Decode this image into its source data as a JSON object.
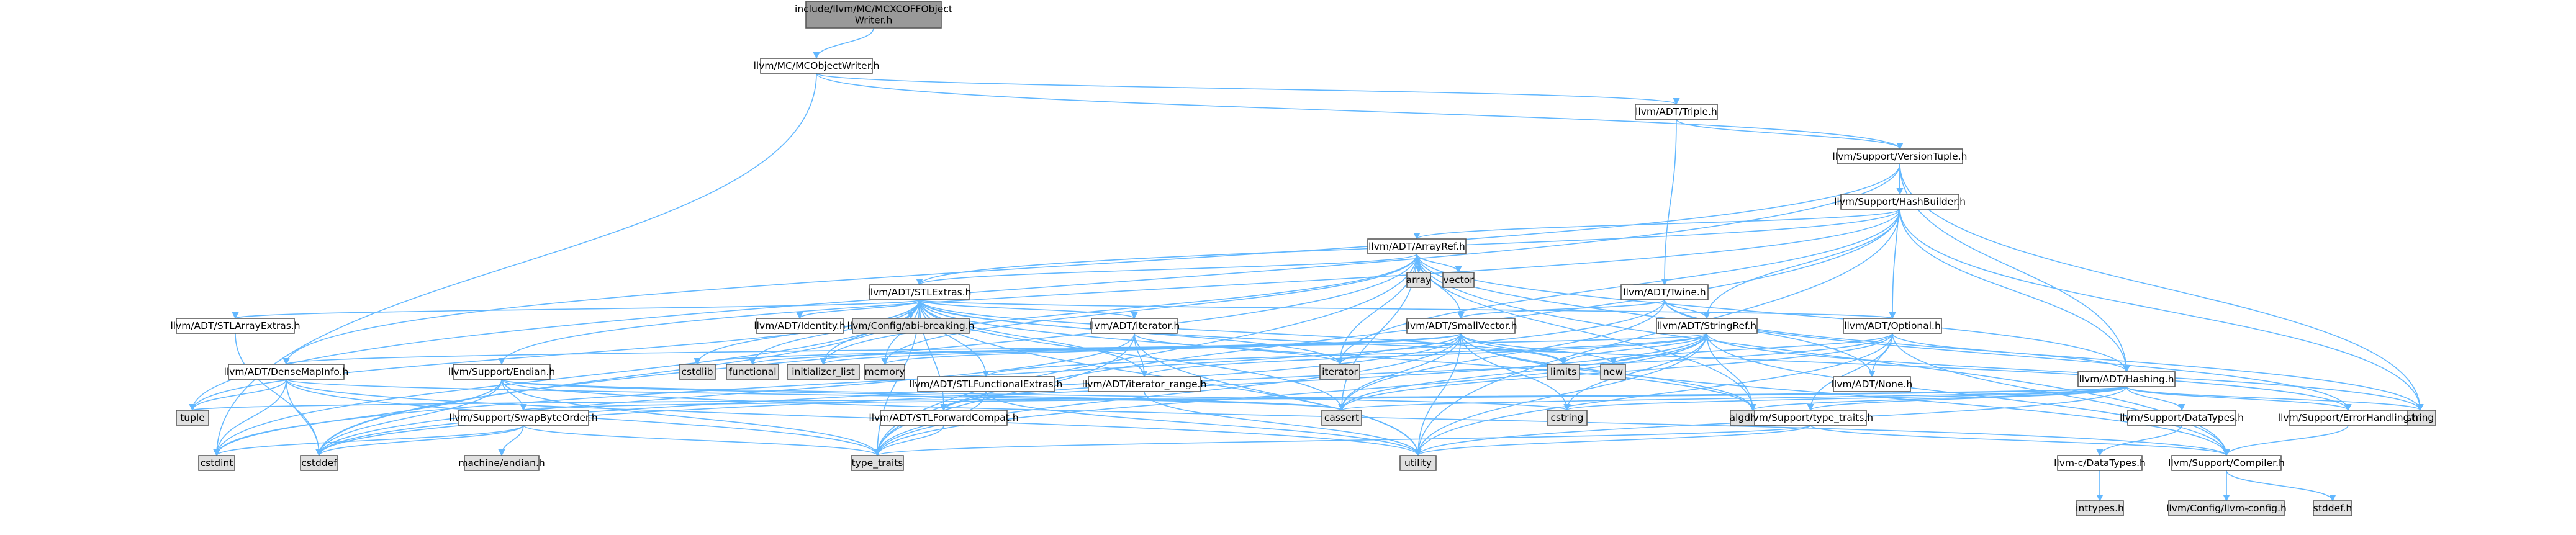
{
  "diagram": {
    "title": "",
    "style": {
      "node_white": "#ffffff",
      "node_gray": "#e0e0e0",
      "node_root": "#999999",
      "node_highlight": "#ffffff",
      "highlight_border": "#ff0000",
      "edge_color": "#63b8ff",
      "border_color": "#5a5a5a"
    },
    "nodes": [
      {
        "id": "root",
        "lines": [
          "include/llvm/MC/MCXCOFFObject",
          "Writer.h"
        ],
        "kind": "root"
      },
      {
        "id": "mcow",
        "lines": [
          "llvm/MC/MCObjectWriter.h"
        ],
        "kind": "file"
      },
      {
        "id": "triple",
        "lines": [
          "llvm/ADT/Triple.h"
        ],
        "kind": "file"
      },
      {
        "id": "vtuple",
        "lines": [
          "llvm/Support/VersionTuple.h"
        ],
        "kind": "file"
      },
      {
        "id": "hashb",
        "lines": [
          "llvm/Support/HashBuilder.h"
        ],
        "kind": "file"
      },
      {
        "id": "arrayref",
        "lines": [
          "llvm/ADT/ArrayRef.h"
        ],
        "kind": "file"
      },
      {
        "id": "array",
        "lines": [
          "array"
        ],
        "kind": "system"
      },
      {
        "id": "vector",
        "lines": [
          "vector"
        ],
        "kind": "system"
      },
      {
        "id": "stlextras",
        "lines": [
          "llvm/ADT/STLExtras.h"
        ],
        "kind": "file"
      },
      {
        "id": "twine",
        "lines": [
          "llvm/ADT/Twine.h"
        ],
        "kind": "file"
      },
      {
        "id": "stlany",
        "lines": [
          "llvm/ADT/STLArrayExtras.h"
        ],
        "kind": "file"
      },
      {
        "id": "identity",
        "lines": [
          "llvm/ADT/Identity.h"
        ],
        "kind": "file"
      },
      {
        "id": "confbreak",
        "lines": [
          "llvm/Config/abi-breaking.h"
        ],
        "kind": "system"
      },
      {
        "id": "iteratorh",
        "lines": [
          "llvm/ADT/iterator.h"
        ],
        "kind": "file"
      },
      {
        "id": "smallvec",
        "lines": [
          "llvm/ADT/SmallVector.h"
        ],
        "kind": "file"
      },
      {
        "id": "stringref",
        "lines": [
          "llvm/ADT/StringRef.h"
        ],
        "kind": "file"
      },
      {
        "id": "optional",
        "lines": [
          "llvm/ADT/Optional.h"
        ],
        "kind": "file"
      },
      {
        "id": "densemap",
        "lines": [
          "llvm/ADT/DenseMapInfo.h"
        ],
        "kind": "file"
      },
      {
        "id": "endian",
        "lines": [
          "llvm/Support/Endian.h"
        ],
        "kind": "file"
      },
      {
        "id": "cstdlib",
        "lines": [
          "cstdlib"
        ],
        "kind": "system"
      },
      {
        "id": "functional",
        "lines": [
          "functional"
        ],
        "kind": "system"
      },
      {
        "id": "initlist",
        "lines": [
          "initializer_list"
        ],
        "kind": "system"
      },
      {
        "id": "memory",
        "lines": [
          "memory"
        ],
        "kind": "system"
      },
      {
        "id": "iterator",
        "lines": [
          "iterator"
        ],
        "kind": "system"
      },
      {
        "id": "limits",
        "lines": [
          "limits"
        ],
        "kind": "system"
      },
      {
        "id": "new",
        "lines": [
          "new"
        ],
        "kind": "system"
      },
      {
        "id": "stlfunc",
        "lines": [
          "llvm/ADT/STLFunctionalExtras.h"
        ],
        "kind": "file"
      },
      {
        "id": "itrange",
        "lines": [
          "llvm/ADT/iterator_range.h"
        ],
        "kind": "file"
      },
      {
        "id": "none",
        "lines": [
          "llvm/ADT/None.h"
        ],
        "kind": "file"
      },
      {
        "id": "hashing",
        "lines": [
          "llvm/ADT/Hashing.h"
        ],
        "kind": "file"
      },
      {
        "id": "tuple",
        "lines": [
          "tuple"
        ],
        "kind": "system"
      },
      {
        "id": "cassert",
        "lines": [
          "cassert"
        ],
        "kind": "system"
      },
      {
        "id": "cstring",
        "lines": [
          "cstring"
        ],
        "kind": "system"
      },
      {
        "id": "algorithm",
        "lines": [
          "algorithm"
        ],
        "kind": "system"
      },
      {
        "id": "string",
        "lines": [
          "string"
        ],
        "kind": "system"
      },
      {
        "id": "swapbyte",
        "lines": [
          "llvm/Support/SwapByteOrder.h"
        ],
        "kind": "file"
      },
      {
        "id": "stlfwd",
        "lines": [
          "llvm/ADT/STLForwardCompat.h"
        ],
        "kind": "file"
      },
      {
        "id": "typetraits",
        "lines": [
          "llvm/Support/type_traits.h"
        ],
        "kind": "file"
      },
      {
        "id": "datatypes",
        "lines": [
          "llvm/Support/DataTypes.h"
        ],
        "kind": "file"
      },
      {
        "id": "errhandling",
        "lines": [
          "llvm/Support/ErrorHandling.h"
        ],
        "kind": "file"
      },
      {
        "id": "cstdint",
        "lines": [
          "cstdint"
        ],
        "kind": "system"
      },
      {
        "id": "cstddef",
        "lines": [
          "cstddef"
        ],
        "kind": "system"
      },
      {
        "id": "machendian",
        "lines": [
          "machine/endian.h"
        ],
        "kind": "system"
      },
      {
        "id": "type_traits",
        "lines": [
          "type_traits"
        ],
        "kind": "system"
      },
      {
        "id": "utility",
        "lines": [
          "utility"
        ],
        "kind": "system"
      },
      {
        "id": "cdatatypes",
        "lines": [
          "llvm-c/DataTypes.h"
        ],
        "kind": "highlight"
      },
      {
        "id": "compiler",
        "lines": [
          "llvm/Support/Compiler.h"
        ],
        "kind": "file"
      },
      {
        "id": "inttypes",
        "lines": [
          "inttypes.h"
        ],
        "kind": "system"
      },
      {
        "id": "llvmconfig",
        "lines": [
          "llvm/Config/llvm-config.h"
        ],
        "kind": "system"
      },
      {
        "id": "stddef",
        "lines": [
          "stddef.h"
        ],
        "kind": "system"
      }
    ],
    "edges": [
      [
        "root",
        "mcow"
      ],
      [
        "mcow",
        "triple"
      ],
      [
        "mcow",
        "cstdint"
      ],
      [
        "mcow",
        "vtuple"
      ],
      [
        "triple",
        "vtuple"
      ],
      [
        "triple",
        "twine"
      ],
      [
        "vtuple",
        "hashb"
      ],
      [
        "vtuple",
        "optional"
      ],
      [
        "vtuple",
        "hashing"
      ],
      [
        "vtuple",
        "densemap"
      ],
      [
        "vtuple",
        "string"
      ],
      [
        "vtuple",
        "tuple"
      ],
      [
        "hashb",
        "arrayref"
      ],
      [
        "hashb",
        "stlextras"
      ],
      [
        "hashb",
        "stringref"
      ],
      [
        "hashb",
        "hashing"
      ],
      [
        "hashb",
        "endian"
      ],
      [
        "hashb",
        "iterator"
      ],
      [
        "hashb",
        "string"
      ],
      [
        "hashb",
        "type_traits"
      ],
      [
        "hashb",
        "utility"
      ],
      [
        "arrayref",
        "array"
      ],
      [
        "arrayref",
        "vector"
      ],
      [
        "arrayref",
        "stlextras"
      ],
      [
        "arrayref",
        "smallvec"
      ],
      [
        "arrayref",
        "hashing"
      ],
      [
        "arrayref",
        "none"
      ],
      [
        "arrayref",
        "compiler"
      ],
      [
        "arrayref",
        "algorithm"
      ],
      [
        "arrayref",
        "cassert"
      ],
      [
        "arrayref",
        "cstddef"
      ],
      [
        "arrayref",
        "initlist"
      ],
      [
        "arrayref",
        "iterator"
      ],
      [
        "arrayref",
        "memory"
      ],
      [
        "arrayref",
        "type_traits"
      ],
      [
        "stlextras",
        "stlany"
      ],
      [
        "stlextras",
        "identity"
      ],
      [
        "stlextras",
        "confbreak"
      ],
      [
        "stlextras",
        "iteratorh"
      ],
      [
        "stlextras",
        "stlfunc"
      ],
      [
        "stlextras",
        "itrange"
      ],
      [
        "stlextras",
        "optional"
      ],
      [
        "stlextras",
        "stlfwd"
      ],
      [
        "stlextras",
        "errhandling"
      ],
      [
        "stlextras",
        "algorithm"
      ],
      [
        "stlextras",
        "cassert"
      ],
      [
        "stlextras",
        "cstddef"
      ],
      [
        "stlextras",
        "cstdint"
      ],
      [
        "stlextras",
        "cstdlib"
      ],
      [
        "stlextras",
        "functional"
      ],
      [
        "stlextras",
        "initlist"
      ],
      [
        "stlextras",
        "iterator"
      ],
      [
        "stlextras",
        "limits"
      ],
      [
        "stlextras",
        "memory"
      ],
      [
        "stlextras",
        "tuple"
      ],
      [
        "stlextras",
        "type_traits"
      ],
      [
        "stlextras",
        "utility"
      ],
      [
        "twine",
        "smallvec"
      ],
      [
        "twine",
        "stringref"
      ],
      [
        "twine",
        "errhandling"
      ],
      [
        "twine",
        "cassert"
      ],
      [
        "twine",
        "cstdint"
      ],
      [
        "twine",
        "string"
      ],
      [
        "stlany",
        "cstddef"
      ],
      [
        "iteratorh",
        "itrange"
      ],
      [
        "iteratorh",
        "cstddef"
      ],
      [
        "iteratorh",
        "iterator"
      ],
      [
        "iteratorh",
        "type_traits"
      ],
      [
        "iteratorh",
        "utility"
      ],
      [
        "smallvec",
        "compiler"
      ],
      [
        "smallvec",
        "type_traits"
      ],
      [
        "smallvec",
        "algorithm"
      ],
      [
        "smallvec",
        "cassert"
      ],
      [
        "smallvec",
        "cstddef"
      ],
      [
        "smallvec",
        "cstdlib"
      ],
      [
        "smallvec",
        "cstring"
      ],
      [
        "smallvec",
        "functional"
      ],
      [
        "smallvec",
        "initlist"
      ],
      [
        "smallvec",
        "iterator"
      ],
      [
        "smallvec",
        "limits"
      ],
      [
        "smallvec",
        "memory"
      ],
      [
        "smallvec",
        "new"
      ],
      [
        "smallvec",
        "utility"
      ],
      [
        "stringref",
        "stlfunc"
      ],
      [
        "stringref",
        "itrange"
      ],
      [
        "stringref",
        "compiler"
      ],
      [
        "stringref",
        "algorithm"
      ],
      [
        "stringref",
        "cassert"
      ],
      [
        "stringref",
        "cstddef"
      ],
      [
        "stringref",
        "cstring"
      ],
      [
        "stringref",
        "limits"
      ],
      [
        "stringref",
        "string"
      ],
      [
        "stringref",
        "type_traits"
      ],
      [
        "stringref",
        "utility"
      ],
      [
        "stringref",
        "densemap"
      ],
      [
        "optional",
        "hashing"
      ],
      [
        "optional",
        "none"
      ],
      [
        "optional",
        "stlfwd"
      ],
      [
        "optional",
        "compiler"
      ],
      [
        "optional",
        "typetraits"
      ],
      [
        "optional",
        "cassert"
      ],
      [
        "optional",
        "new"
      ],
      [
        "optional",
        "utility"
      ],
      [
        "densemap",
        "cassert"
      ],
      [
        "densemap",
        "cstddef"
      ],
      [
        "densemap",
        "cstdint"
      ],
      [
        "densemap",
        "tuple"
      ],
      [
        "densemap",
        "type_traits"
      ],
      [
        "densemap",
        "utility"
      ],
      [
        "endian",
        "swapbyte"
      ],
      [
        "endian",
        "compiler"
      ],
      [
        "endian",
        "cassert"
      ],
      [
        "endian",
        "cstddef"
      ],
      [
        "endian",
        "cstdint"
      ],
      [
        "endian",
        "cstring"
      ],
      [
        "endian",
        "type_traits"
      ],
      [
        "stlfunc",
        "stlfwd"
      ],
      [
        "stlfunc",
        "type_traits"
      ],
      [
        "stlfunc",
        "utility"
      ],
      [
        "itrange",
        "utility"
      ],
      [
        "hashing",
        "errhandling"
      ],
      [
        "hashing",
        "datatypes"
      ],
      [
        "hashing",
        "swapbyte"
      ],
      [
        "hashing",
        "typetraits"
      ],
      [
        "hashing",
        "algorithm"
      ],
      [
        "hashing",
        "cassert"
      ],
      [
        "hashing",
        "cstring"
      ],
      [
        "hashing",
        "string"
      ],
      [
        "hashing",
        "tuple"
      ],
      [
        "hashing",
        "utility"
      ],
      [
        "swapbyte",
        "cstddef"
      ],
      [
        "swapbyte",
        "cstdint"
      ],
      [
        "swapbyte",
        "type_traits"
      ],
      [
        "swapbyte",
        "machendian"
      ],
      [
        "stlfwd",
        "type_traits"
      ],
      [
        "typetraits",
        "compiler"
      ],
      [
        "typetraits",
        "type_traits"
      ],
      [
        "typetraits",
        "utility"
      ],
      [
        "datatypes",
        "cdatatypes"
      ],
      [
        "errhandling",
        "compiler"
      ],
      [
        "cdatatypes",
        "inttypes"
      ],
      [
        "compiler",
        "llvmconfig"
      ],
      [
        "compiler",
        "stddef"
      ]
    ]
  }
}
